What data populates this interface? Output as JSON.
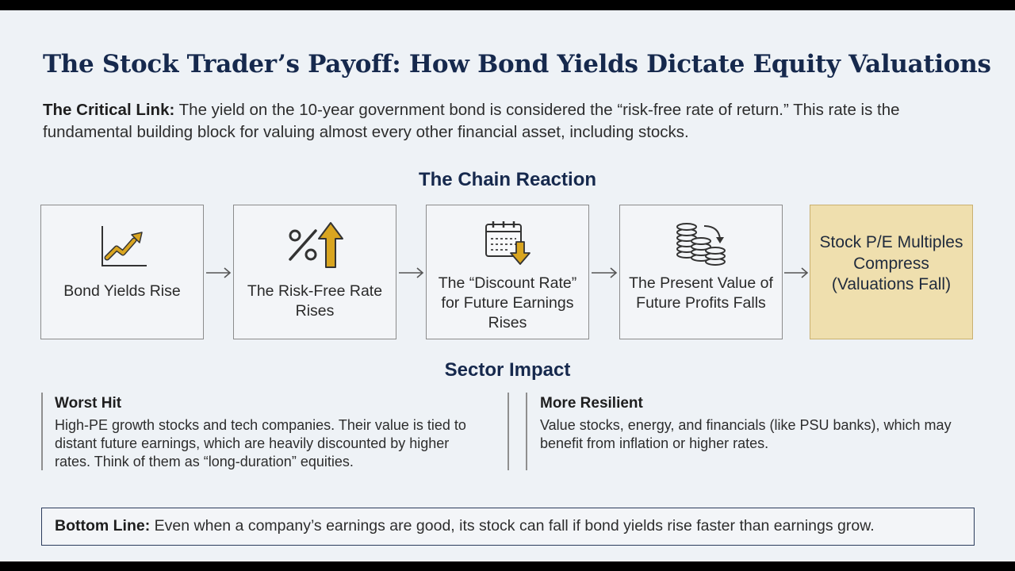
{
  "title": "The Stock Trader’s Payoff: How Bond Yields Dictate Equity Valuations",
  "intro": {
    "label": "The Critical Link:",
    "text": "The yield on the 10-year government bond is considered the “risk-free rate of return.” This rate is the fundamental building block for valuing almost every other financial asset, including stocks."
  },
  "chain": {
    "title": "The Chain Reaction",
    "steps": [
      {
        "label": "Bond Yields Rise",
        "icon": "rising-chart-icon"
      },
      {
        "label": "The Risk-Free Rate Rises",
        "icon": "percent-up-arrow-icon"
      },
      {
        "label": "The “Discount Rate” for Future Earnings Rises",
        "icon": "calendar-down-arrow-icon"
      },
      {
        "label": "The Present Value of Future Profits Falls",
        "icon": "coin-stacks-icon"
      },
      {
        "label": "Stock P/E Multiples Compress (Valuations Fall)",
        "icon": ""
      }
    ]
  },
  "sector": {
    "title": "Sector Impact",
    "worst": {
      "heading": "Worst Hit",
      "text": "High-PE growth stocks and tech companies. Their value is tied to distant future earnings, which are heavily discounted by higher rates. Think of them as “long-duration” equities."
    },
    "resilient": {
      "heading": "More Resilient",
      "text": "Value stocks, energy, and financials (like PSU banks), which may benefit from inflation or higher rates."
    }
  },
  "bottom_line": {
    "label": "Bottom Line:",
    "text": "Even when a company’s earnings are good, its stock can fall if bond yields rise faster than earnings grow."
  },
  "colors": {
    "navy": "#16294d",
    "accent_gold": "#d9a520",
    "final_box_fill": "#efdfae",
    "background": "#eef2f6"
  }
}
